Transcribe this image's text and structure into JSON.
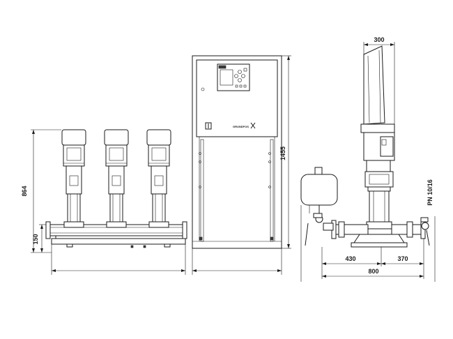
{
  "dimensions": {
    "width_300": "300",
    "height_1455": "1455",
    "height_864": "864",
    "height_150": "150",
    "depth_430": "430",
    "depth_370": "370",
    "depth_800": "800",
    "pressure_class": "PN 10/16"
  },
  "brand_label": "GRUNDFOS"
}
